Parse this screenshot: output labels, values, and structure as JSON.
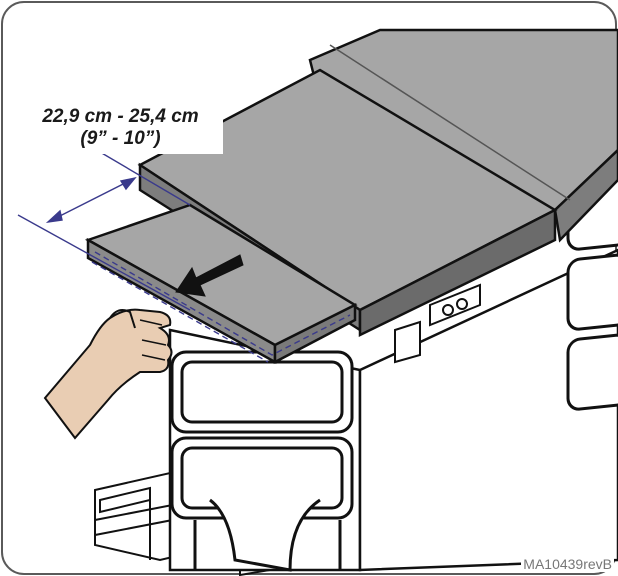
{
  "dimension": {
    "metric": "22,9 cm - 25,4 cm",
    "imperial": "(9” - 10”)"
  },
  "doc_code": "MA10439revB",
  "colors": {
    "table_top": "#a6a6a6",
    "table_side": "#7d7d7d",
    "outline": "#111111",
    "dimension_line": "#3a3a8c",
    "skin": "#e9cdb3",
    "frame": "#5a5a5a"
  },
  "icons": [
    "pull-direction-arrow-icon",
    "hand-icon"
  ]
}
